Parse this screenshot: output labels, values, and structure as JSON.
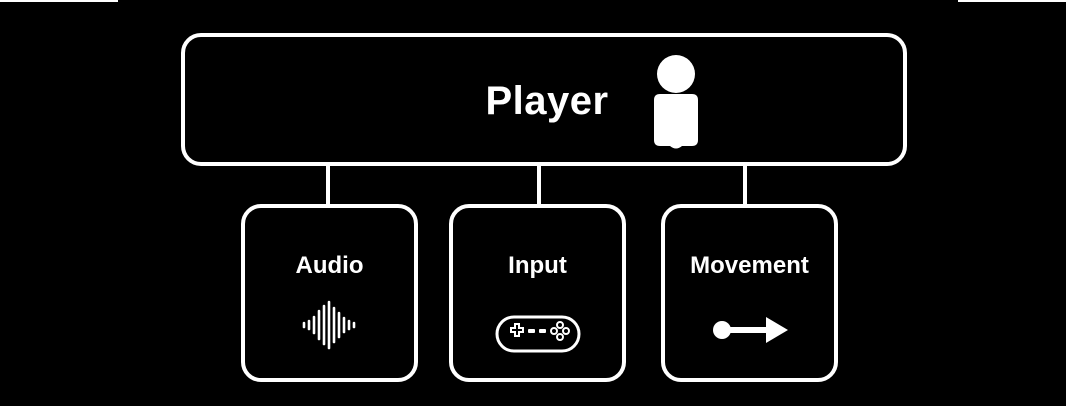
{
  "diagram": {
    "root": {
      "label": "Player",
      "icon": "person-icon"
    },
    "children": [
      {
        "label": "Audio",
        "icon": "sound-wave-icon"
      },
      {
        "label": "Input",
        "icon": "gamepad-icon"
      },
      {
        "label": "Movement",
        "icon": "arrow-right-icon"
      }
    ]
  },
  "colors": {
    "background": "#000000",
    "foreground": "#ffffff"
  }
}
